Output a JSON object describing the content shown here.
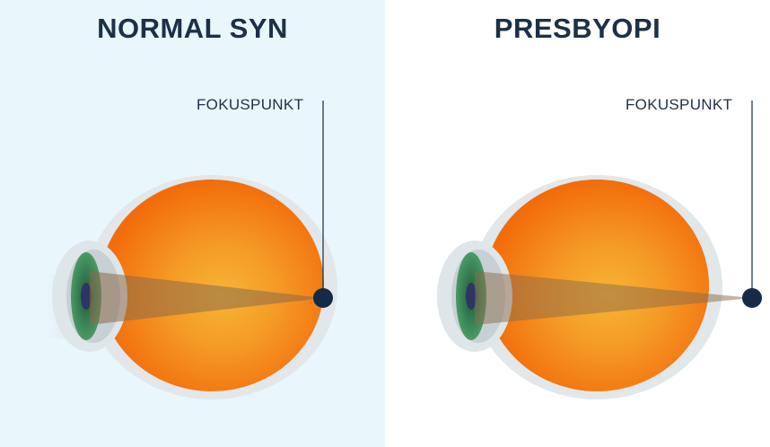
{
  "panels": {
    "normal": {
      "title": "NORMAL SYN",
      "focus_label": "FOKUSPUNKT"
    },
    "presbyopia": {
      "title": "PRESBYOPI",
      "focus_label": "FOKUSPUNKT"
    }
  },
  "colors": {
    "left_background": "#e9f6fc",
    "eyeball_outer": "#f36d0a",
    "eyeball_inner": "#f7b135",
    "iris": "#3f8a58",
    "pupil": "#2d3566",
    "focus_point": "#142a46",
    "title_text": "#1c3048"
  }
}
